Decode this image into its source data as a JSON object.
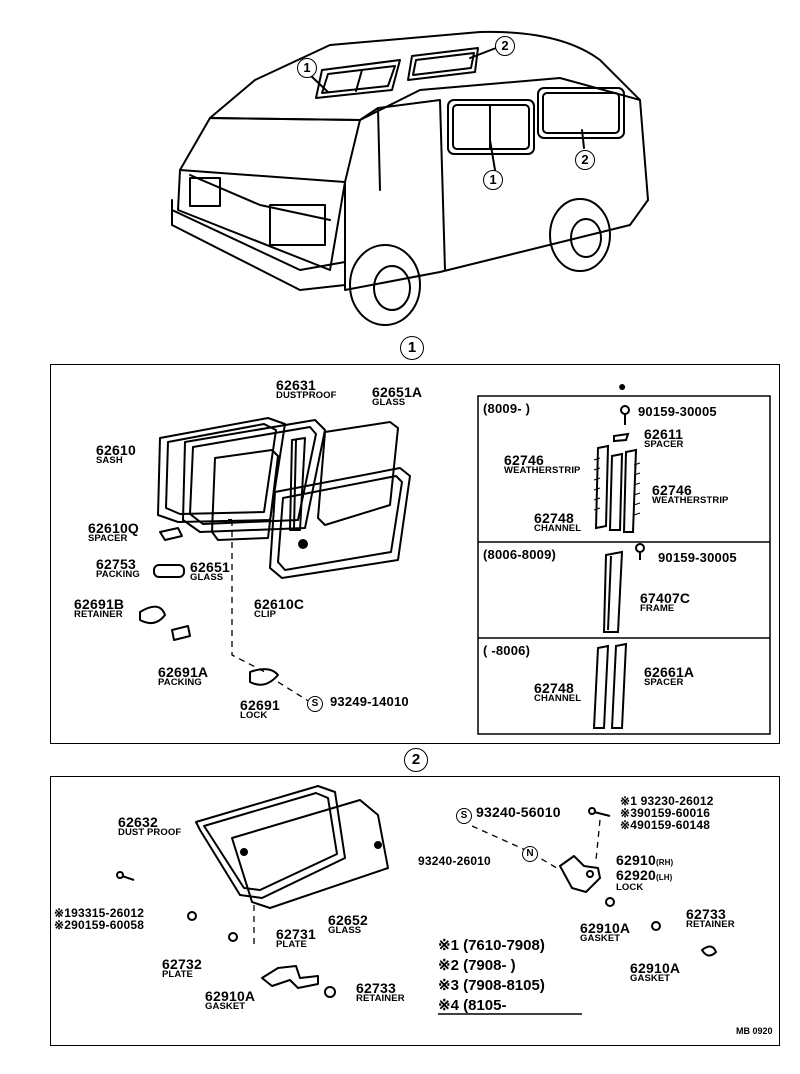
{
  "markers": {
    "one": "1",
    "two": "2",
    "dot": "●",
    "s": "S",
    "n": "N"
  },
  "section1": {
    "p62631": {
      "pn": "62631",
      "name": "DUSTPROOF"
    },
    "p62651A": {
      "pn": "62651A",
      "name": "GLASS"
    },
    "p62610": {
      "pn": "62610",
      "name": "SASH"
    },
    "p62610Q": {
      "pn": "62610Q",
      "name": "SPACER"
    },
    "p62753": {
      "pn": "62753",
      "name": "PACKING"
    },
    "p62651": {
      "pn": "62651",
      "name": "GLASS"
    },
    "p62610C": {
      "pn": "62610C",
      "name": "CLIP"
    },
    "p62691B": {
      "pn": "62691B",
      "name": "RETAINER"
    },
    "p62691A": {
      "pn": "62691A",
      "name": "PACKING"
    },
    "p62691": {
      "pn": "62691",
      "name": "LOCK"
    },
    "bolt": "93249-14010",
    "panelA": {
      "range": "(8009-        )",
      "screw": "90159-30005",
      "p62611": {
        "pn": "62611",
        "name": "SPACER"
      },
      "ws1": {
        "pn": "62746",
        "name": "WEATHERSTRIP"
      },
      "ws2": {
        "pn": "62746",
        "name": "WEATHERSTRIP"
      },
      "ch": {
        "pn": "62748",
        "name": "CHANNEL"
      }
    },
    "panelB": {
      "range": "(8006-8009)",
      "screw": "90159-30005",
      "frame": {
        "pn": "67407C",
        "name": "FRAME"
      }
    },
    "panelC": {
      "range": "(       -8006)",
      "ch": {
        "pn": "62748",
        "name": "CHANNEL"
      },
      "sp": {
        "pn": "62661A",
        "name": "SPACER"
      }
    }
  },
  "section2": {
    "p62632": {
      "pn": "62632",
      "name": "DUST PROOF"
    },
    "p62652": {
      "pn": "62652",
      "name": "GLASS"
    },
    "p62731": {
      "pn": "62731",
      "name": "PLATE"
    },
    "p62732": {
      "pn": "62732",
      "name": "PLATE"
    },
    "p62910A_left": {
      "pn": "62910A",
      "name": "GASKET"
    },
    "p62733_bottom": {
      "pn": "62733",
      "name": "RETAINER"
    },
    "screw_left": [
      "※193315-26012",
      "※290159-60058"
    ],
    "bolt_top": "93240-56010",
    "bolt_side": "93240-26010",
    "screw_right": [
      "※1 93230-26012",
      "※390159-60016",
      "※490159-60148"
    ],
    "lock_rh": "62910",
    "lock_rh_suffix": "(RH)",
    "lock_lh": "62920",
    "lock_lh_suffix": "(LH)",
    "lock_name": "LOCK",
    "p62910A_mid": {
      "pn": "62910A",
      "name": "GASKET"
    },
    "p62910A_right": {
      "pn": "62910A",
      "name": "GASKET"
    },
    "p62733_right": {
      "pn": "62733",
      "name": "RETAINER"
    },
    "legend": [
      {
        "mark": "※1",
        "range": "(7610-7908)"
      },
      {
        "mark": "※2",
        "range": "(7908-          )"
      },
      {
        "mark": "※3",
        "range": "(7908-8105)"
      },
      {
        "mark": "※4",
        "range": "(8105-          "
      }
    ]
  },
  "code": "MB 0920"
}
